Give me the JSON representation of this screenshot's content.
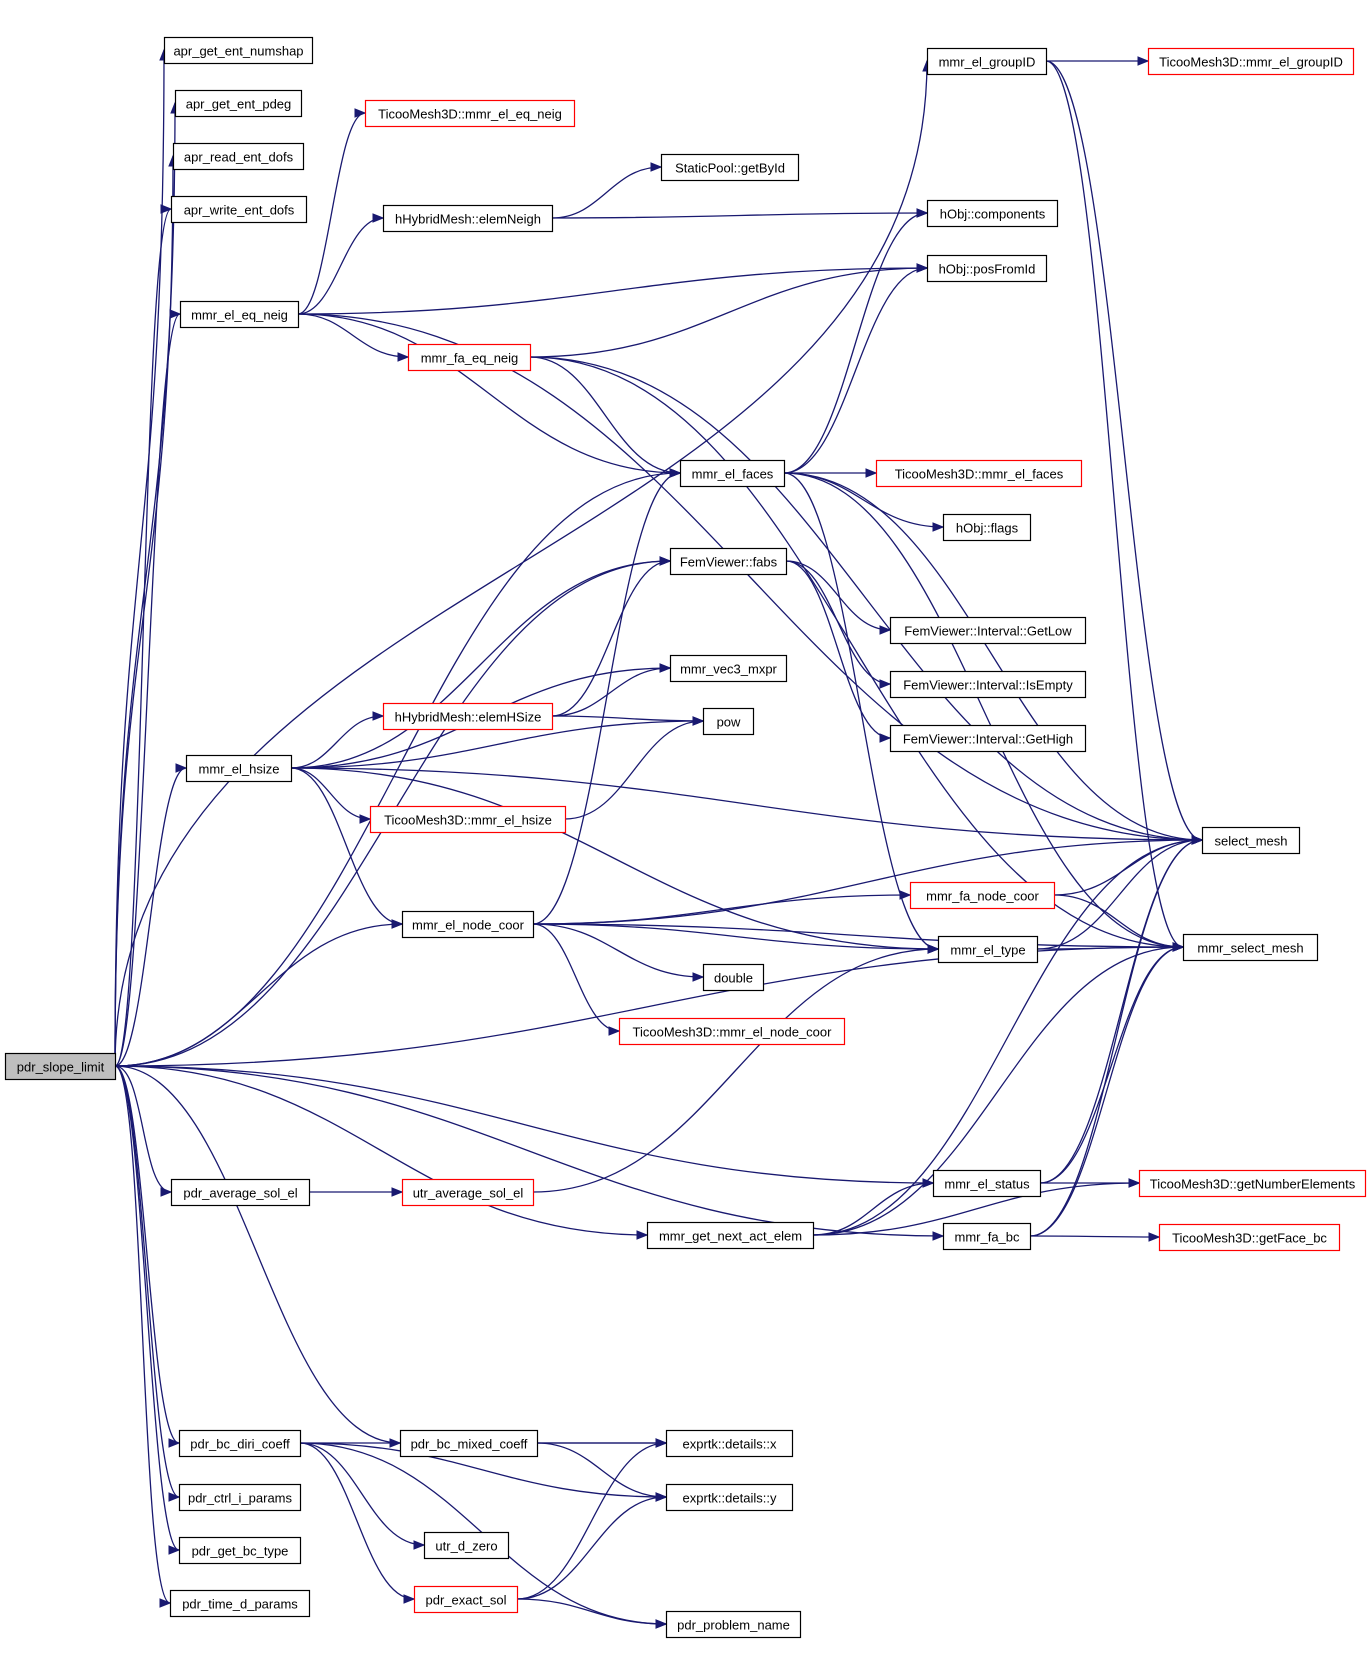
{
  "colors": {
    "edge": "#191970",
    "node_border_normal": "#000000",
    "node_border_truncated": "#ff0000",
    "node_fill": "#ffffff",
    "root_fill": "#bfbfbf"
  },
  "nodes": [
    {
      "id": "root",
      "label": "pdr_slope_limit",
      "style": "root"
    },
    {
      "id": "apr_numshap",
      "label": "apr_get_ent_numshap",
      "style": "normal"
    },
    {
      "id": "apr_pdeg",
      "label": "apr_get_ent_pdeg",
      "style": "normal"
    },
    {
      "id": "apr_read",
      "label": "apr_read_ent_dofs",
      "style": "normal"
    },
    {
      "id": "apr_write",
      "label": "apr_write_ent_dofs",
      "style": "normal"
    },
    {
      "id": "mmr_eq_neig",
      "label": "mmr_el_eq_neig",
      "style": "normal"
    },
    {
      "id": "mmr_hsize",
      "label": "mmr_el_hsize",
      "style": "normal"
    },
    {
      "id": "pdr_avg",
      "label": "pdr_average_sol_el",
      "style": "normal"
    },
    {
      "id": "pdr_bc_diri",
      "label": "pdr_bc_diri_coeff",
      "style": "normal"
    },
    {
      "id": "pdr_ctrl",
      "label": "pdr_ctrl_i_params",
      "style": "normal"
    },
    {
      "id": "pdr_bc_type",
      "label": "pdr_get_bc_type",
      "style": "normal"
    },
    {
      "id": "pdr_time",
      "label": "pdr_time_d_params",
      "style": "normal"
    },
    {
      "id": "tm_eq_neig",
      "label": "TicooMesh3D::mmr_el_eq_neig",
      "style": "truncated"
    },
    {
      "id": "hh_elemneigh",
      "label": "hHybridMesh::elemNeigh",
      "style": "normal"
    },
    {
      "id": "mmr_fa_eq_neig",
      "label": "mmr_fa_eq_neig",
      "style": "truncated"
    },
    {
      "id": "hh_elemhsize",
      "label": "hHybridMesh::elemHSize",
      "style": "truncated"
    },
    {
      "id": "tm_hsize",
      "label": "TicooMesh3D::mmr_el_hsize",
      "style": "truncated"
    },
    {
      "id": "mmr_node_coor",
      "label": "mmr_el_node_coor",
      "style": "normal"
    },
    {
      "id": "utr_avg",
      "label": "utr_average_sol_el",
      "style": "truncated"
    },
    {
      "id": "mmr_next_act",
      "label": "mmr_get_next_act_elem",
      "style": "normal"
    },
    {
      "id": "pdr_bc_mixed",
      "label": "pdr_bc_mixed_coeff",
      "style": "normal"
    },
    {
      "id": "utr_d_zero",
      "label": "utr_d_zero",
      "style": "normal"
    },
    {
      "id": "pdr_exact",
      "label": "pdr_exact_sol",
      "style": "truncated"
    },
    {
      "id": "staticpool",
      "label": "StaticPool::getById",
      "style": "normal"
    },
    {
      "id": "mmr_faces",
      "label": "mmr_el_faces",
      "style": "normal"
    },
    {
      "id": "femv_fabs",
      "label": "FemViewer::fabs",
      "style": "normal"
    },
    {
      "id": "mmr_vec3",
      "label": "mmr_vec3_mxpr",
      "style": "normal"
    },
    {
      "id": "pow",
      "label": "pow",
      "style": "normal"
    },
    {
      "id": "double",
      "label": "double",
      "style": "normal"
    },
    {
      "id": "tm_node_coor",
      "label": "TicooMesh3D::mmr_el_node_coor",
      "style": "truncated"
    },
    {
      "id": "exprtk_x",
      "label": "exprtk::details::x",
      "style": "normal"
    },
    {
      "id": "exprtk_y",
      "label": "exprtk::details::y",
      "style": "normal"
    },
    {
      "id": "pdr_problem",
      "label": "pdr_problem_name",
      "style": "normal"
    },
    {
      "id": "mmr_groupid",
      "label": "mmr_el_groupID",
      "style": "normal"
    },
    {
      "id": "hobj_comp",
      "label": "hObj::components",
      "style": "normal"
    },
    {
      "id": "hobj_pos",
      "label": "hObj::posFromId",
      "style": "normal"
    },
    {
      "id": "tm_faces",
      "label": "TicooMesh3D::mmr_el_faces",
      "style": "truncated"
    },
    {
      "id": "hobj_flags",
      "label": "hObj::flags",
      "style": "normal"
    },
    {
      "id": "femv_low",
      "label": "FemViewer::Interval::GetLow",
      "style": "normal"
    },
    {
      "id": "femv_empty",
      "label": "FemViewer::Interval::IsEmpty",
      "style": "normal"
    },
    {
      "id": "femv_high",
      "label": "FemViewer::Interval::GetHigh",
      "style": "normal"
    },
    {
      "id": "mmr_fa_node",
      "label": "mmr_fa_node_coor",
      "style": "truncated"
    },
    {
      "id": "mmr_type",
      "label": "mmr_el_type",
      "style": "normal"
    },
    {
      "id": "mmr_status",
      "label": "mmr_el_status",
      "style": "normal"
    },
    {
      "id": "mmr_fa_bc",
      "label": "mmr_fa_bc",
      "style": "normal"
    },
    {
      "id": "tm_groupid",
      "label": "TicooMesh3D::mmr_el_groupID",
      "style": "truncated"
    },
    {
      "id": "select_mesh",
      "label": "select_mesh",
      "style": "normal"
    },
    {
      "id": "mmr_select",
      "label": "mmr_select_mesh",
      "style": "normal"
    },
    {
      "id": "tm_numelem",
      "label": "TicooMesh3D::getNumberElements",
      "style": "truncated"
    },
    {
      "id": "tm_getface",
      "label": "TicooMesh3D::getFace_bc",
      "style": "truncated"
    }
  ],
  "edges": [
    [
      "root",
      "apr_numshap"
    ],
    [
      "root",
      "apr_pdeg"
    ],
    [
      "root",
      "apr_read"
    ],
    [
      "root",
      "apr_write"
    ],
    [
      "root",
      "mmr_groupid"
    ],
    [
      "root",
      "mmr_eq_neig"
    ],
    [
      "root",
      "mmr_faces"
    ],
    [
      "root",
      "femv_fabs"
    ],
    [
      "root",
      "mmr_hsize"
    ],
    [
      "root",
      "mmr_node_coor"
    ],
    [
      "root",
      "mmr_select"
    ],
    [
      "root",
      "pdr_avg"
    ],
    [
      "root",
      "mmr_next_act"
    ],
    [
      "root",
      "mmr_status"
    ],
    [
      "root",
      "mmr_fa_bc"
    ],
    [
      "root",
      "pdr_bc_diri"
    ],
    [
      "root",
      "pdr_bc_mixed"
    ],
    [
      "root",
      "pdr_ctrl"
    ],
    [
      "root",
      "pdr_bc_type"
    ],
    [
      "root",
      "pdr_time"
    ],
    [
      "mmr_eq_neig",
      "tm_eq_neig"
    ],
    [
      "mmr_eq_neig",
      "hh_elemneigh"
    ],
    [
      "mmr_eq_neig",
      "select_mesh"
    ],
    [
      "mmr_eq_neig",
      "hobj_pos"
    ],
    [
      "mmr_eq_neig",
      "mmr_fa_eq_neig"
    ],
    [
      "mmr_eq_neig",
      "mmr_faces"
    ],
    [
      "hh_elemneigh",
      "staticpool"
    ],
    [
      "hh_elemneigh",
      "hobj_comp"
    ],
    [
      "mmr_fa_eq_neig",
      "hobj_pos"
    ],
    [
      "mmr_fa_eq_neig",
      "mmr_faces"
    ],
    [
      "mmr_fa_eq_neig",
      "select_mesh"
    ],
    [
      "mmr_fa_eq_neig",
      "mmr_select"
    ],
    [
      "mmr_hsize",
      "femv_fabs"
    ],
    [
      "mmr_hsize",
      "select_mesh"
    ],
    [
      "mmr_hsize",
      "mmr_vec3"
    ],
    [
      "mmr_hsize",
      "hh_elemhsize"
    ],
    [
      "mmr_hsize",
      "pow"
    ],
    [
      "mmr_hsize",
      "tm_hsize"
    ],
    [
      "mmr_hsize",
      "mmr_node_coor"
    ],
    [
      "mmr_hsize",
      "mmr_type"
    ],
    [
      "hh_elemhsize",
      "femv_fabs"
    ],
    [
      "hh_elemhsize",
      "mmr_vec3"
    ],
    [
      "hh_elemhsize",
      "pow"
    ],
    [
      "tm_hsize",
      "pow"
    ],
    [
      "mmr_node_coor",
      "mmr_faces"
    ],
    [
      "mmr_node_coor",
      "select_mesh"
    ],
    [
      "mmr_node_coor",
      "mmr_fa_node"
    ],
    [
      "mmr_node_coor",
      "mmr_type"
    ],
    [
      "mmr_node_coor",
      "double"
    ],
    [
      "mmr_node_coor",
      "tm_node_coor"
    ],
    [
      "mmr_node_coor",
      "mmr_select"
    ],
    [
      "mmr_faces",
      "hobj_comp"
    ],
    [
      "mmr_faces",
      "hobj_pos"
    ],
    [
      "mmr_faces",
      "tm_faces"
    ],
    [
      "mmr_faces",
      "hobj_flags"
    ],
    [
      "mmr_faces",
      "select_mesh"
    ],
    [
      "mmr_faces",
      "mmr_select"
    ],
    [
      "mmr_faces",
      "mmr_type"
    ],
    [
      "femv_fabs",
      "femv_low"
    ],
    [
      "femv_fabs",
      "femv_empty"
    ],
    [
      "femv_fabs",
      "femv_high"
    ],
    [
      "mmr_groupid",
      "tm_groupid"
    ],
    [
      "mmr_groupid",
      "select_mesh"
    ],
    [
      "mmr_groupid",
      "mmr_select"
    ],
    [
      "mmr_fa_node",
      "select_mesh"
    ],
    [
      "mmr_fa_node",
      "mmr_select"
    ],
    [
      "mmr_type",
      "select_mesh"
    ],
    [
      "mmr_type",
      "mmr_select"
    ],
    [
      "pdr_avg",
      "utr_avg"
    ],
    [
      "utr_avg",
      "mmr_type"
    ],
    [
      "mmr_next_act",
      "mmr_status"
    ],
    [
      "mmr_next_act",
      "select_mesh"
    ],
    [
      "mmr_next_act",
      "mmr_select"
    ],
    [
      "mmr_next_act",
      "tm_numelem"
    ],
    [
      "mmr_status",
      "select_mesh"
    ],
    [
      "mmr_status",
      "mmr_select"
    ],
    [
      "mmr_status",
      "tm_numelem"
    ],
    [
      "mmr_fa_bc",
      "select_mesh"
    ],
    [
      "mmr_fa_bc",
      "mmr_select"
    ],
    [
      "mmr_fa_bc",
      "tm_getface"
    ],
    [
      "pdr_bc_diri",
      "exprtk_x"
    ],
    [
      "pdr_bc_diri",
      "exprtk_y"
    ],
    [
      "pdr_bc_diri",
      "utr_d_zero"
    ],
    [
      "pdr_bc_diri",
      "pdr_exact"
    ],
    [
      "pdr_bc_diri",
      "pdr_problem"
    ],
    [
      "pdr_bc_mixed",
      "exprtk_x"
    ],
    [
      "pdr_bc_mixed",
      "exprtk_y"
    ],
    [
      "pdr_exact",
      "exprtk_x"
    ],
    [
      "pdr_exact",
      "exprtk_y"
    ],
    [
      "pdr_exact",
      "pdr_problem"
    ]
  ]
}
